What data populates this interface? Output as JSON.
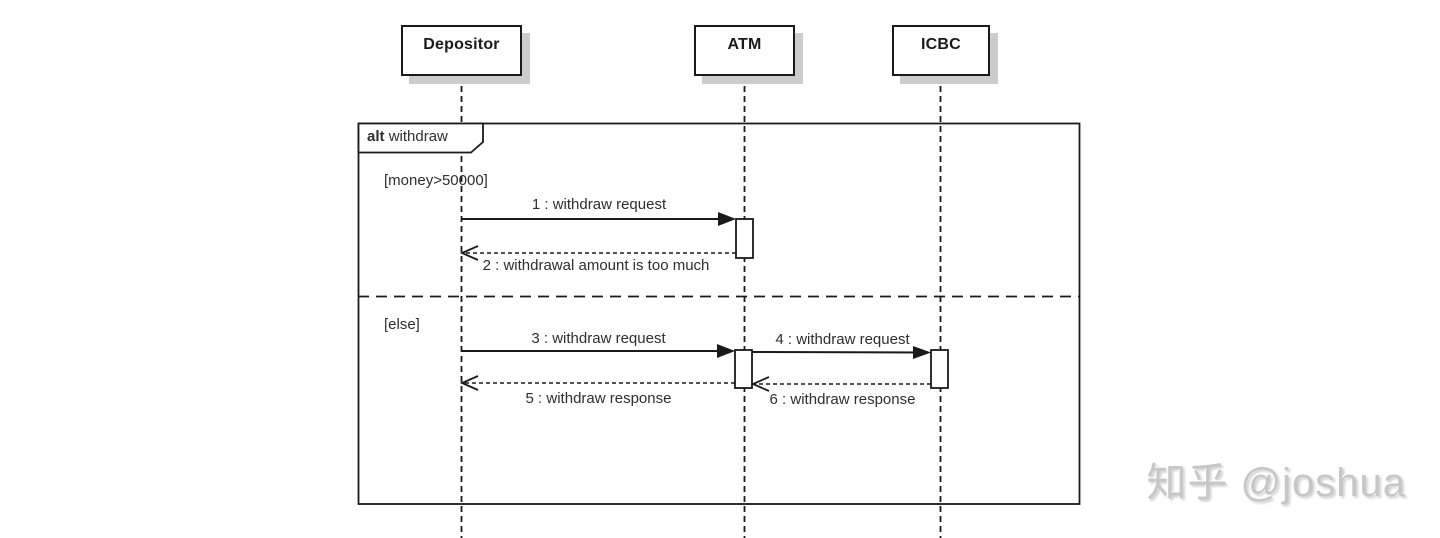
{
  "diagram": {
    "kind": "uml-sequence-diagram",
    "lifelines": [
      {
        "name": "Depositor"
      },
      {
        "name": "ATM"
      },
      {
        "name": "ICBC"
      }
    ],
    "fragment": {
      "operator": "alt",
      "name": "withdraw",
      "guards": [
        "[money>50000]",
        "[else]"
      ]
    },
    "messages": [
      {
        "label": "1 : withdraw request",
        "from": "Depositor",
        "to": "ATM",
        "kind": "sync"
      },
      {
        "label": "2 : withdrawal amount is too much",
        "from": "ATM",
        "to": "Depositor",
        "kind": "return"
      },
      {
        "label": "3 : withdraw request",
        "from": "Depositor",
        "to": "ATM",
        "kind": "sync"
      },
      {
        "label": "4 : withdraw request",
        "from": "ATM",
        "to": "ICBC",
        "kind": "sync"
      },
      {
        "label": "5 : withdraw response",
        "from": "ATM",
        "to": "Depositor",
        "kind": "return"
      },
      {
        "label": "6 : withdraw response",
        "from": "ICBC",
        "to": "ATM",
        "kind": "return"
      }
    ],
    "colors": {
      "line": "#1a1a1a",
      "text": "#2e2e2e",
      "box_shadow": "#cccccc",
      "background": "#ffffff"
    }
  },
  "watermark": {
    "text": "知乎 @joshua"
  }
}
